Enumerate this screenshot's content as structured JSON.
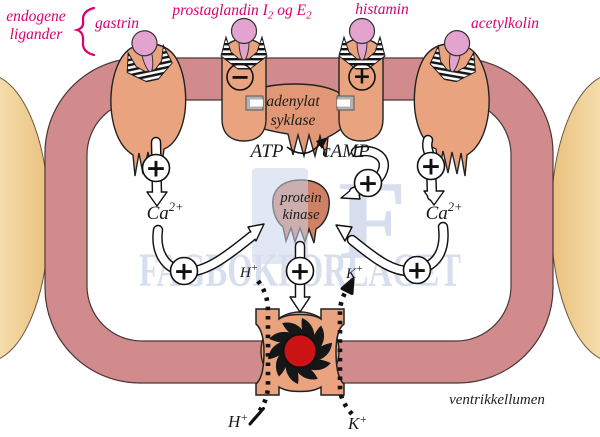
{
  "colors": {
    "membrane": "#d28b8d",
    "membrane_outline": "#4a3636",
    "receptor": "#e9a47f",
    "cyclase": "#e29876",
    "kinase": "#ce8164",
    "ligand_ball": "#e2a3cf",
    "label_magenta": "#db0070",
    "text_dark": "#1a1a1a",
    "watermark_blue": "#b7c5e3",
    "pump_core_red": "#cc1417",
    "adjacent_cell_tan": "#eac27f"
  },
  "labels": {
    "ligand_group": {
      "line1": "endogene",
      "line2": "ligander"
    },
    "gastrin": "gastrin",
    "prostaglandin": {
      "pre": "prostaglandin I",
      "sub1": "2",
      "mid": "og E",
      "sub2": "2"
    },
    "histamine": "histamin",
    "acetylcholine": "acetylkolin",
    "adenylate_cyclase": {
      "line1": "adenylat",
      "line2": "syklase"
    },
    "atp": "ATP",
    "camp": "cAMP",
    "protein_kinase": {
      "line1": "protein",
      "line2": "kinase"
    },
    "calcium": {
      "base": "Ca",
      "sup": "2+"
    },
    "proton": {
      "base": "H",
      "sup": "+"
    },
    "potassium": {
      "base": "K",
      "sup": "+"
    },
    "lumen": "ventrikkellumen",
    "plus_sign": "+",
    "minus_sign": "−",
    "watermark": "FAGBOKFORLAGET",
    "watermark_monogram": "F"
  }
}
